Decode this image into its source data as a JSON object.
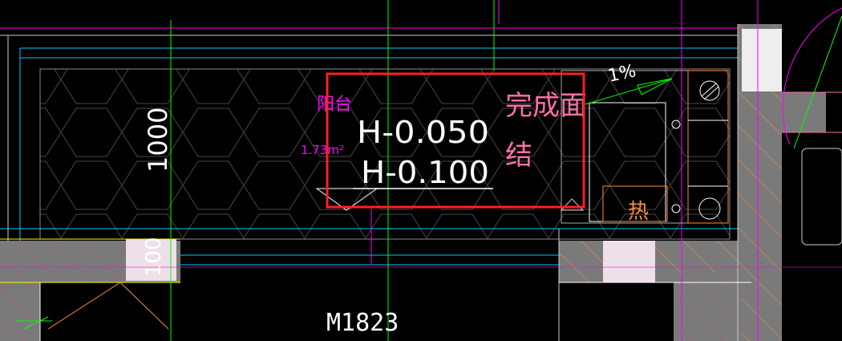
{
  "colors": {
    "background": "#000000",
    "wall_hatch": "#7a7a7a",
    "cyan_line": "#00ffff",
    "magenta_line": "#ff00ff",
    "green_line": "#00ff00",
    "pink_text": "#ff6fa8",
    "white_text": "#ffffff",
    "highlight_box": "#ff2020",
    "orange_line": "#ff8c3a",
    "yellow_line": "#ffff00"
  },
  "labels": {
    "room_name": "阳台",
    "room_area": "1.73m²",
    "elevation_finished": "H-0.050",
    "elevation_structural": "H-0.100",
    "note_finished_line1": "完成面",
    "note_finished_line2": "结",
    "slope": "1%",
    "dim_width": "1000",
    "dim_small": "100",
    "door_tag": "M1823",
    "heat_label": "热"
  }
}
